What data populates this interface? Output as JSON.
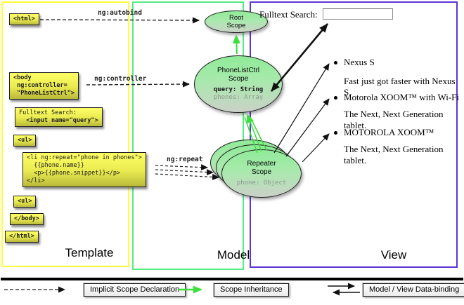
{
  "columns": {
    "template": {
      "label": "Template"
    },
    "model": {
      "label": "Model"
    },
    "view": {
      "label": "View"
    }
  },
  "template_code": {
    "html_open": "<html>",
    "body_open": "<body\n ng:controller=\n \"PhoneListCtrl\">",
    "fulltext_label": "Fulltext Search:",
    "fulltext_input": "  <input name=\"query\">",
    "ul_open": "<ul>",
    "li_repeat": "<li ng:repeat=\"phone in phones\">\n  {{phone.name}}\n  <p>{{phone.snippet}}</p>\n</li>",
    "ul_close": "<ul>",
    "body_close": "</body>",
    "html_close": "</html>"
  },
  "directive_labels": {
    "autobind": "ng:autobind",
    "controller": "ng:controller",
    "repeat": "ng:repeat"
  },
  "scopes": {
    "root": {
      "title": "Root\nScope"
    },
    "phonelist": {
      "title": "PhoneListCtrl\nScope",
      "prop_query": "query: String",
      "prop_phones": "phones: Array"
    },
    "repeater": {
      "title": "Repeater\nScope",
      "prop_phone": "phone: Object"
    }
  },
  "view_pane": {
    "search_label": "Fulltext Search:",
    "search_value": "",
    "items": [
      {
        "title": "Nexus S",
        "desc": "Fast just got faster with Nexus S."
      },
      {
        "title": "Motorola XOOM™  with Wi-Fi",
        "desc": "The Next, Next Generation tablet."
      },
      {
        "title": "MOTOROLA XOOM™",
        "desc": "The Next, Next Generation tablet."
      }
    ]
  },
  "legend": {
    "implicit": "Implicit Scope Declaration",
    "inheritance": "Scope Inheritance",
    "binding": "Model / View Data-binding"
  },
  "colors": {
    "template_border": "#ffff33",
    "model_border": "#55ec85",
    "view_border": "#5b35d5",
    "code_box_top": "#ffff66",
    "code_box_bottom": "#b9b93a",
    "scope_fill_top": "#8feb98",
    "scope_fill_bottom": "#cbd1c8",
    "inheritance_green": "#3ce03c",
    "arrow_black": "#111111"
  }
}
